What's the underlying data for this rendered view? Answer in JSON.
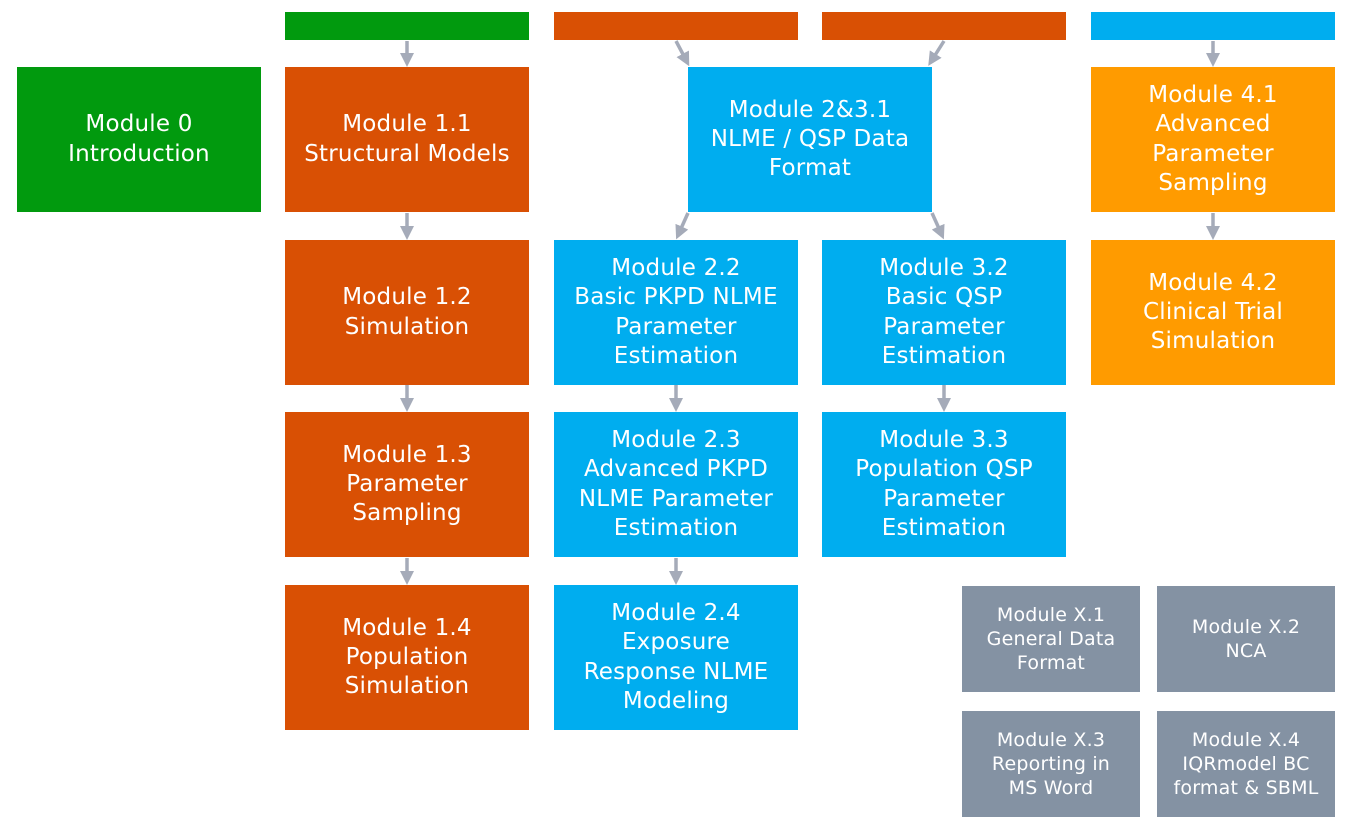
{
  "colors": {
    "green": "#019a0e",
    "orange_red": "#d95004",
    "blue": "#00adef",
    "orange": "#ff9b00",
    "gray": "#8492a3",
    "arrow": "#a5abb9"
  },
  "modules": {
    "m0": "Module 0\nIntroduction",
    "m11": "Module 1.1\nStructural Models",
    "m12": "Module 1.2\nSimulation",
    "m13": "Module 1.3\nParameter\nSampling",
    "m14": "Module 1.4\nPopulation\nSimulation",
    "m231": "Module 2&3.1\nNLME / QSP Data\nFormat",
    "m22": "Module 2.2\nBasic PKPD NLME\nParameter\nEstimation",
    "m23": "Module 2.3\nAdvanced PKPD\nNLME Parameter\nEstimation",
    "m24": "Module 2.4\nExposure\nResponse NLME\nModeling",
    "m32": "Module 3.2\nBasic QSP\nParameter\nEstimation",
    "m33": "Module 3.3\nPopulation QSP\nParameter\nEstimation",
    "m41": "Module 4.1\nAdvanced\nParameter\nSampling",
    "m42": "Module 4.2\nClinical Trial\nSimulation",
    "mx1": "Module X.1\nGeneral Data\nFormat",
    "mx2": "Module X.2\nNCA",
    "mx3": "Module X.3\nReporting in\nMS Word",
    "mx4": "Module X.4\nIQRmodel BC\nformat & SBML"
  }
}
